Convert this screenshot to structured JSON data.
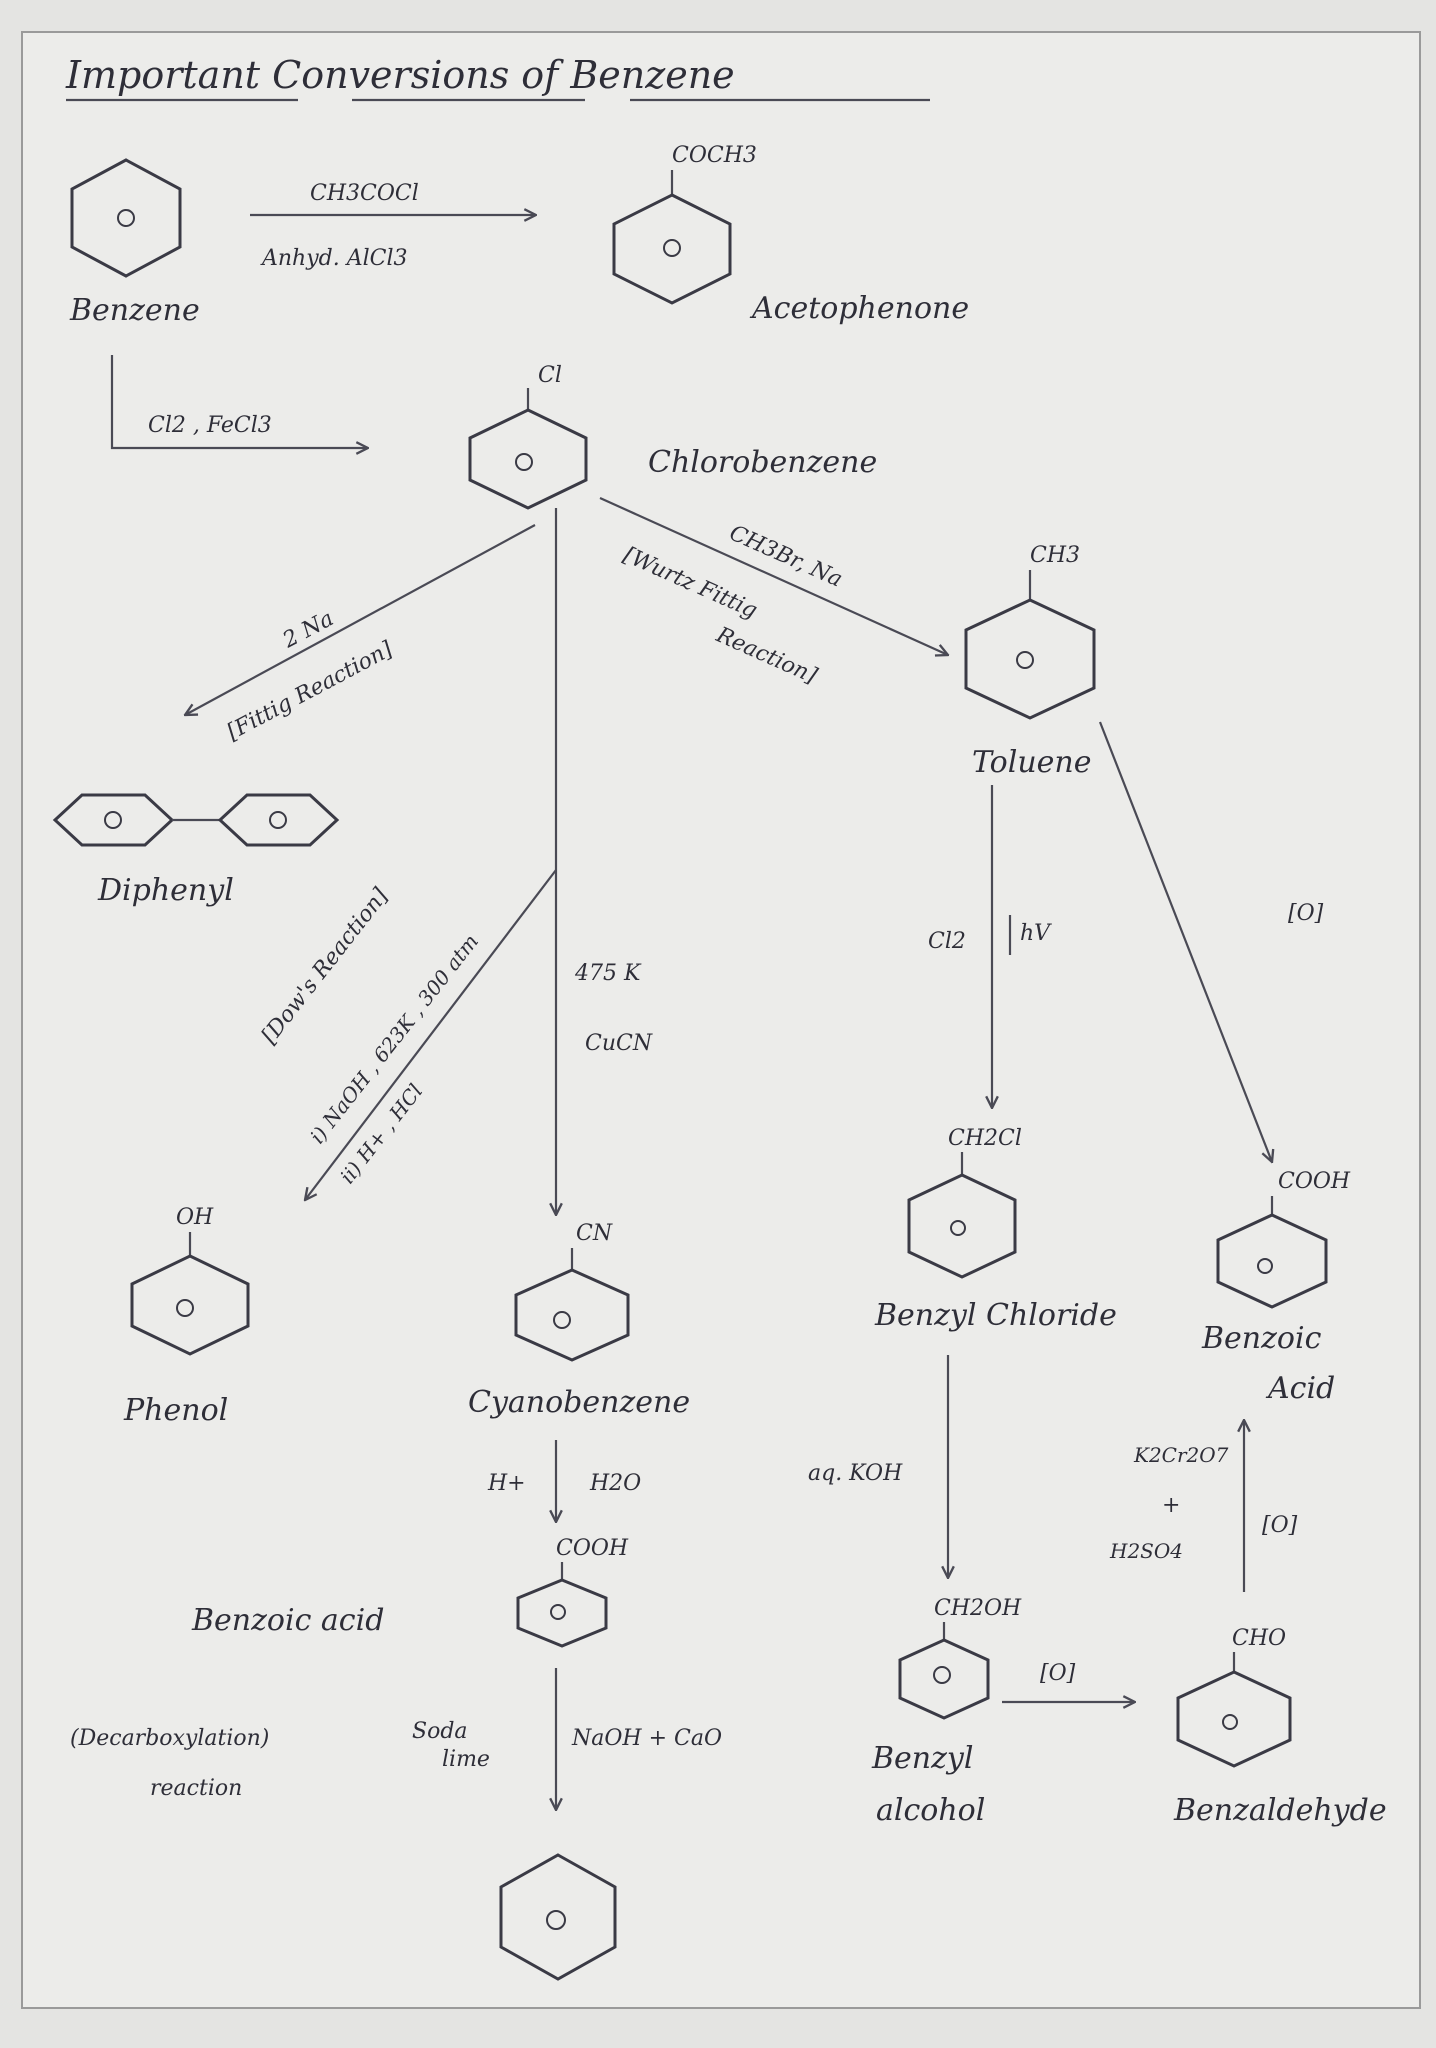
{
  "title": "Important Conversions of Benzene",
  "compounds": {
    "benzene": "Benzene",
    "acetophenone": "Acetophenone",
    "acetophenone_group": "COCH3",
    "chlorobenzene": "Chlorobenzene",
    "chlorobenzene_group": "Cl",
    "toluene": "Toluene",
    "toluene_group": "CH3",
    "diphenyl": "Diphenyl",
    "phenol": "Phenol",
    "phenol_group": "OH",
    "cyanobenzene": "Cyanobenzene",
    "cyanobenzene_group": "CN",
    "benzoic_acid_left": "Benzoic acid",
    "benzoic_acid_left_group": "COOH",
    "benzyl_chloride": "Benzyl Chloride",
    "benzyl_chloride_group": "CH2Cl",
    "benzoic_acid_right_line1": "Benzoic",
    "benzoic_acid_right_line2": "Acid",
    "benzoic_acid_right_group": "COOH",
    "benzyl_alcohol_line1": "Benzyl",
    "benzyl_alcohol_line2": "alcohol",
    "benzyl_alcohol_group": "CH2OH",
    "benzaldehyde": "Benzaldehyde",
    "benzaldehyde_group": "CHO"
  },
  "reagents": {
    "acetylation_top": "CH3COCl",
    "acetylation_bottom": "Anhyd. AlCl3",
    "chlorination": "Cl2 , FeCl3",
    "fittig_reagent": "2 Na",
    "fittig_name": "[Fittig Reaction]",
    "wurtz_reagent": "CH3Br, Na",
    "wurtz_name_1": "[Wurtz Fittig",
    "wurtz_name_2": "Reaction]",
    "dow_name": "[Dow's Reaction]",
    "dow_step1": "i) NaOH , 623K , 300 atm",
    "dow_step2": "ii) H+ , HCl",
    "cyanation_temp": "475 K",
    "cyanation_reagent": "CuCN",
    "side_chain_cl": "Cl2",
    "side_chain_hv": "hV",
    "toluene_oxidation": "[O]",
    "hydrolysis_left": "H+",
    "hydrolysis_right": "H2O",
    "aq_koh": "aq. KOH",
    "alcohol_oxidation": "[O]",
    "dichromate": "K2Cr2O7",
    "plus": "+",
    "sulfuric": "H2SO4",
    "aldehyde_oxidation": "[O]",
    "decarb_1": "(Decarboxylation)",
    "decarb_2": "reaction",
    "soda_1": "Soda",
    "soda_2": "lime",
    "soda_reagents": "NaOH + CaO"
  }
}
